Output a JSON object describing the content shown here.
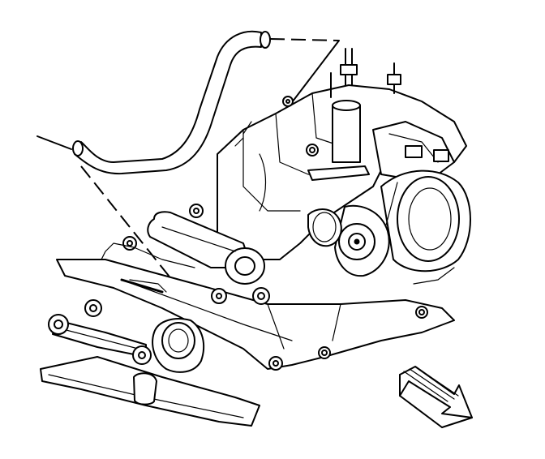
{
  "diagram": {
    "view": "exploded-line-drawing",
    "line_color": "#000000",
    "background_color": "#ffffff",
    "parts": [
      "heater-hose",
      "engine-block",
      "water-pump",
      "coolant-pipe",
      "thermostat-housing",
      "intake-manifold-gasket",
      "front-cover",
      "mounting-studs",
      "bolts"
    ],
    "direction_arrow": "front-of-vehicle-indicator"
  }
}
